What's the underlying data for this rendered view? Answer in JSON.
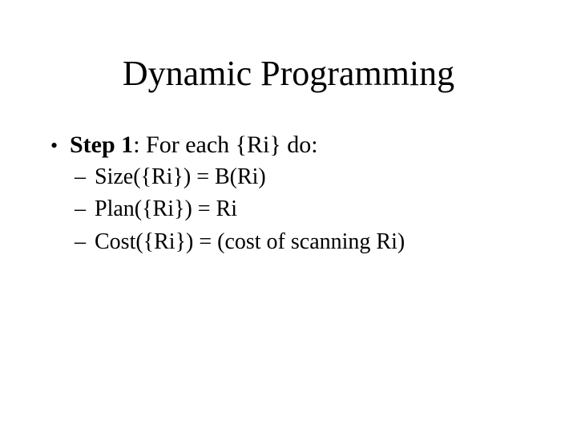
{
  "slide": {
    "title": "Dynamic Programming",
    "bullet": {
      "marker": "•",
      "label_bold": "Step 1",
      "label_rest": ": For each {Ri} do:"
    },
    "sub_bullets": [
      {
        "marker": "–",
        "text": "Size({Ri}) = B(Ri)"
      },
      {
        "marker": "–",
        "text": "Plan({Ri}) = Ri"
      },
      {
        "marker": "–",
        "text": "Cost({Ri}) = (cost of scanning Ri)"
      }
    ],
    "colors": {
      "background": "#ffffff",
      "text": "#000000"
    }
  }
}
